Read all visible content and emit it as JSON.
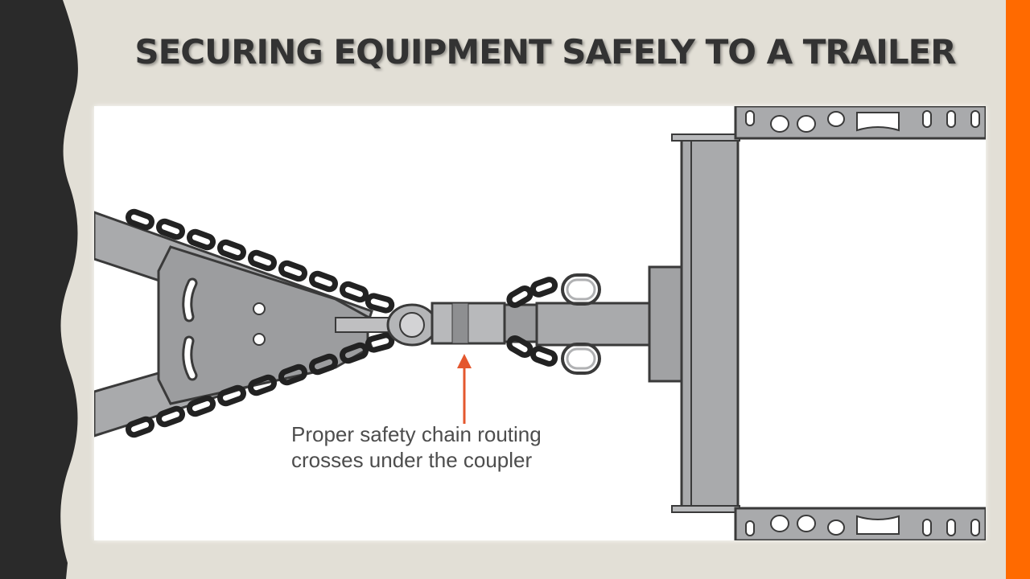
{
  "slide": {
    "title": "SECURING EQUIPMENT  SAFELY TO A TRAILER",
    "accent_color": "#ff6a00",
    "band_color": "#2a2a2a"
  },
  "diagram": {
    "caption_line1": "Proper safety chain routing",
    "caption_line2": "crosses under the coupler",
    "arrow_color": "#e4572e"
  }
}
